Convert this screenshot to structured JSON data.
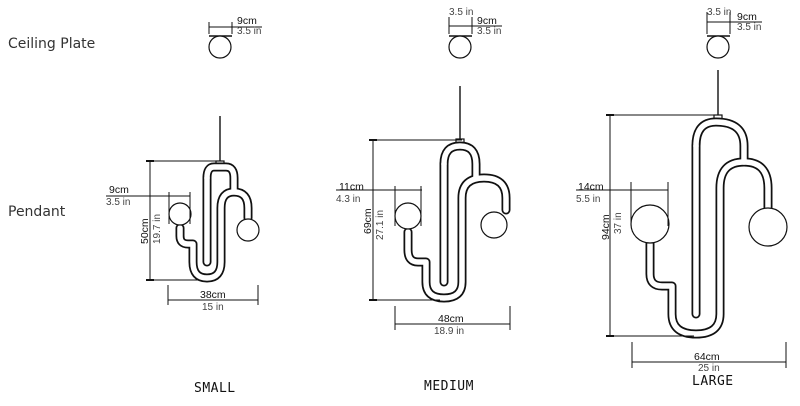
{
  "labels": {
    "ceiling_plate": "Ceiling Plate",
    "pendant": "Pendant"
  },
  "sizes": {
    "small": "SMALL",
    "medium": "MEDIUM",
    "large": "LARGE"
  },
  "plates": {
    "small": {
      "width_cm": "9cm",
      "width_in": "3.5 in",
      "height_in": ""
    },
    "medium": {
      "width_cm": "9cm",
      "width_in": "3.5 in",
      "height_in": "3.5 in"
    },
    "large": {
      "width_cm": "9cm",
      "width_in": "3.5 in",
      "height_in": "3.5 in"
    }
  },
  "pendants": {
    "small": {
      "globe_cm": "9cm",
      "globe_in": "3.5 in",
      "height_cm": "50cm",
      "height_in": "19.7 in",
      "width_cm": "38cm",
      "width_in": "15 in"
    },
    "medium": {
      "globe_cm": "11cm",
      "globe_in": "4.3 in",
      "height_cm": "69cm",
      "height_in": "27.1 in",
      "width_cm": "48cm",
      "width_in": "18.9 in"
    },
    "large": {
      "globe_cm": "14cm",
      "globe_in": "5.5 in",
      "height_cm": "94cm",
      "height_in": "37 in",
      "width_cm": "64cm",
      "width_in": "25 in"
    }
  }
}
